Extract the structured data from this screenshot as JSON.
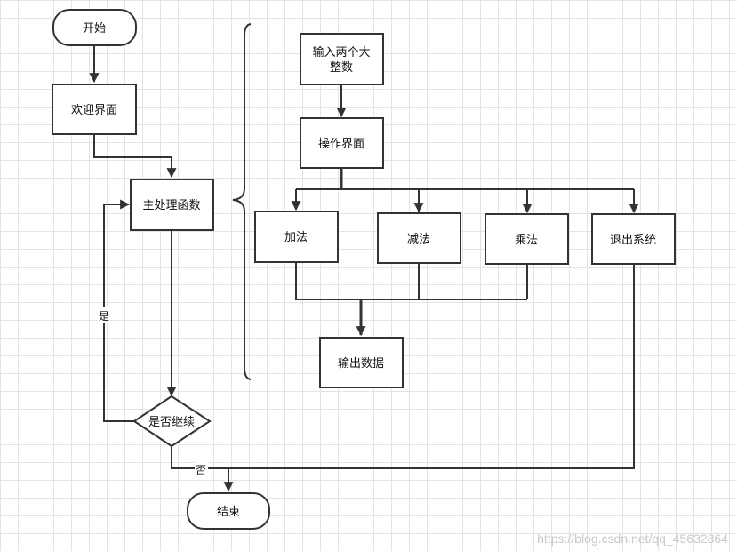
{
  "nodes": {
    "start": "开始",
    "welcome": "欢迎界面",
    "main_handler": "主处理函数",
    "input_line1": "输入两个大",
    "input_line2": "整数",
    "operation_ui": "操作界面",
    "add": "加法",
    "subtract": "减法",
    "multiply": "乘法",
    "exit_system": "退出系统",
    "output_data": "输出数据",
    "continue_decision": "是否继续",
    "end": "结束"
  },
  "edge_labels": {
    "yes": "是",
    "no": "否"
  },
  "watermark": "https://blog.csdn.net/qq_45632864"
}
